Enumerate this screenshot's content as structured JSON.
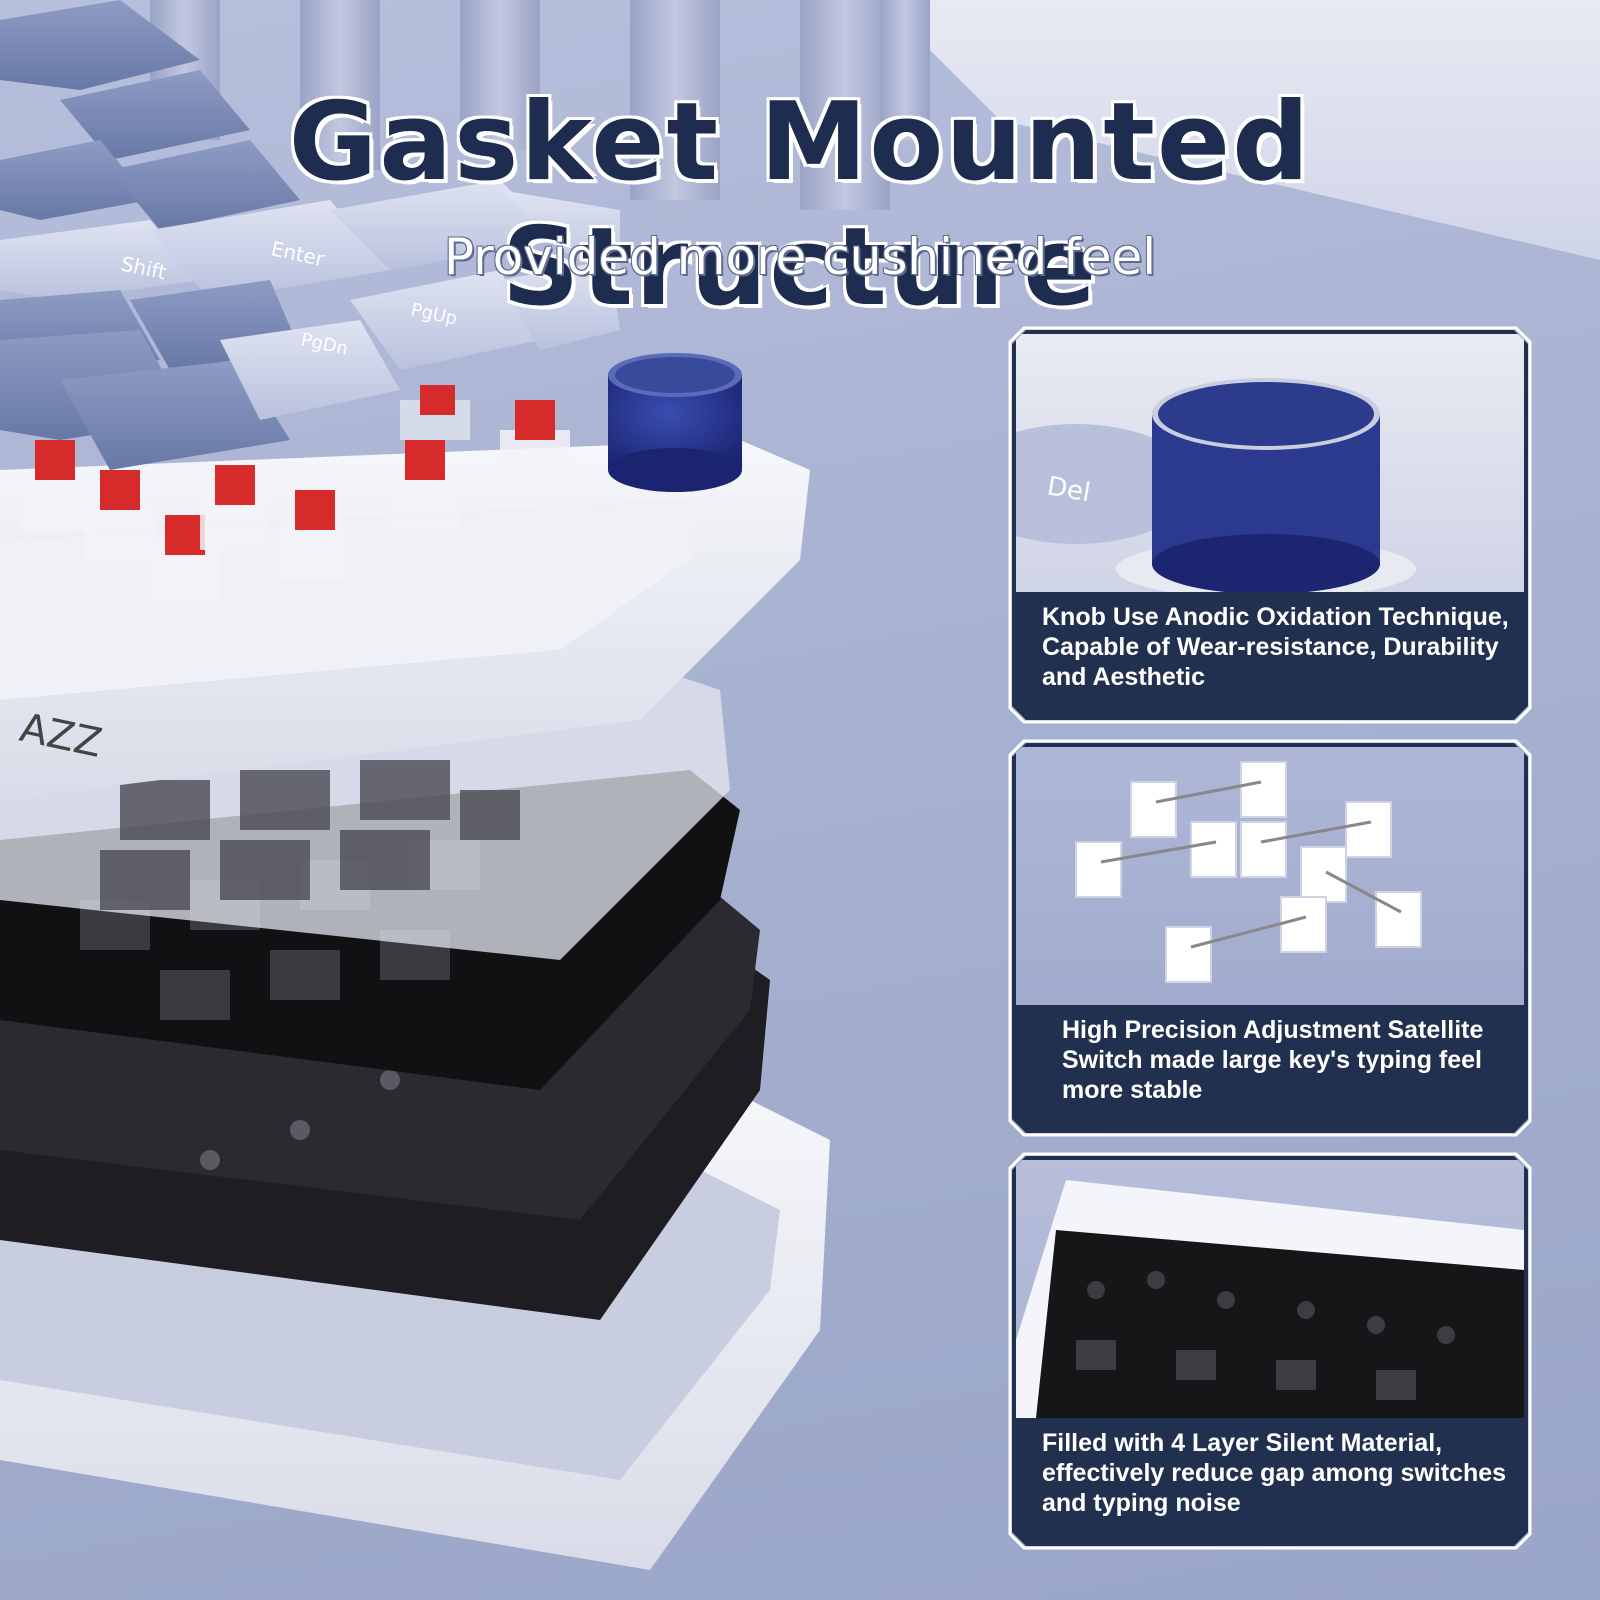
{
  "headline": "Gasket Mounted Structure",
  "subheadline": "Provided more cushined feel",
  "colors": {
    "background": "#a9b3d2",
    "headline_fill": "#1e2c50",
    "card_background": "#1f2d4e",
    "switch_stem": "#d72b2b",
    "knob": "#2b3a8f"
  },
  "keycaps": {
    "shift": "Shift",
    "enter": "Enter",
    "pgup": "PgUp",
    "pgdn": "PgDn",
    "del": "Del"
  },
  "brand_mark": "AZZ",
  "features": [
    {
      "caption": "Knob Use Anodic Oxidation Technique, Capable of Wear-resistance, Durability and Aesthetic",
      "image": "knob-closeup"
    },
    {
      "caption": "High Precision Adjustment Satellite Switch made large key's typing feel more stable",
      "image": "satellite-stabilizers"
    },
    {
      "caption": "Filled with 4 Layer Silent Material, effectively reduce gap among switches and typing noise",
      "image": "silent-foam-layers"
    }
  ]
}
